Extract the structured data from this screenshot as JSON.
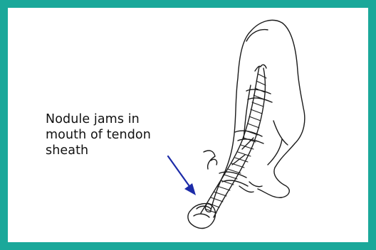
{
  "annotation": {
    "lines": [
      "Nodule jams in",
      "mouth of tendon",
      "sheath"
    ]
  },
  "colors": {
    "frame": "#1aa89a",
    "arrow": "#1c2ba8",
    "ink": "#1a1a1a"
  },
  "icons": {
    "arrow": "arrow-down-right-icon"
  }
}
